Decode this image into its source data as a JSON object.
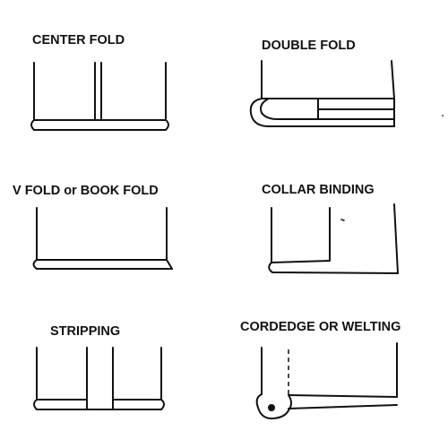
{
  "labels": {
    "center_fold": "CENTER FOLD",
    "double_fold": "DOUBLE FOLD",
    "v_fold": "V FOLD or BOOK FOLD",
    "collar_binding": "COLLAR BINDING",
    "stripping": "STRIPPING",
    "cordedge": "CORDEDGE OR WELTING"
  }
}
